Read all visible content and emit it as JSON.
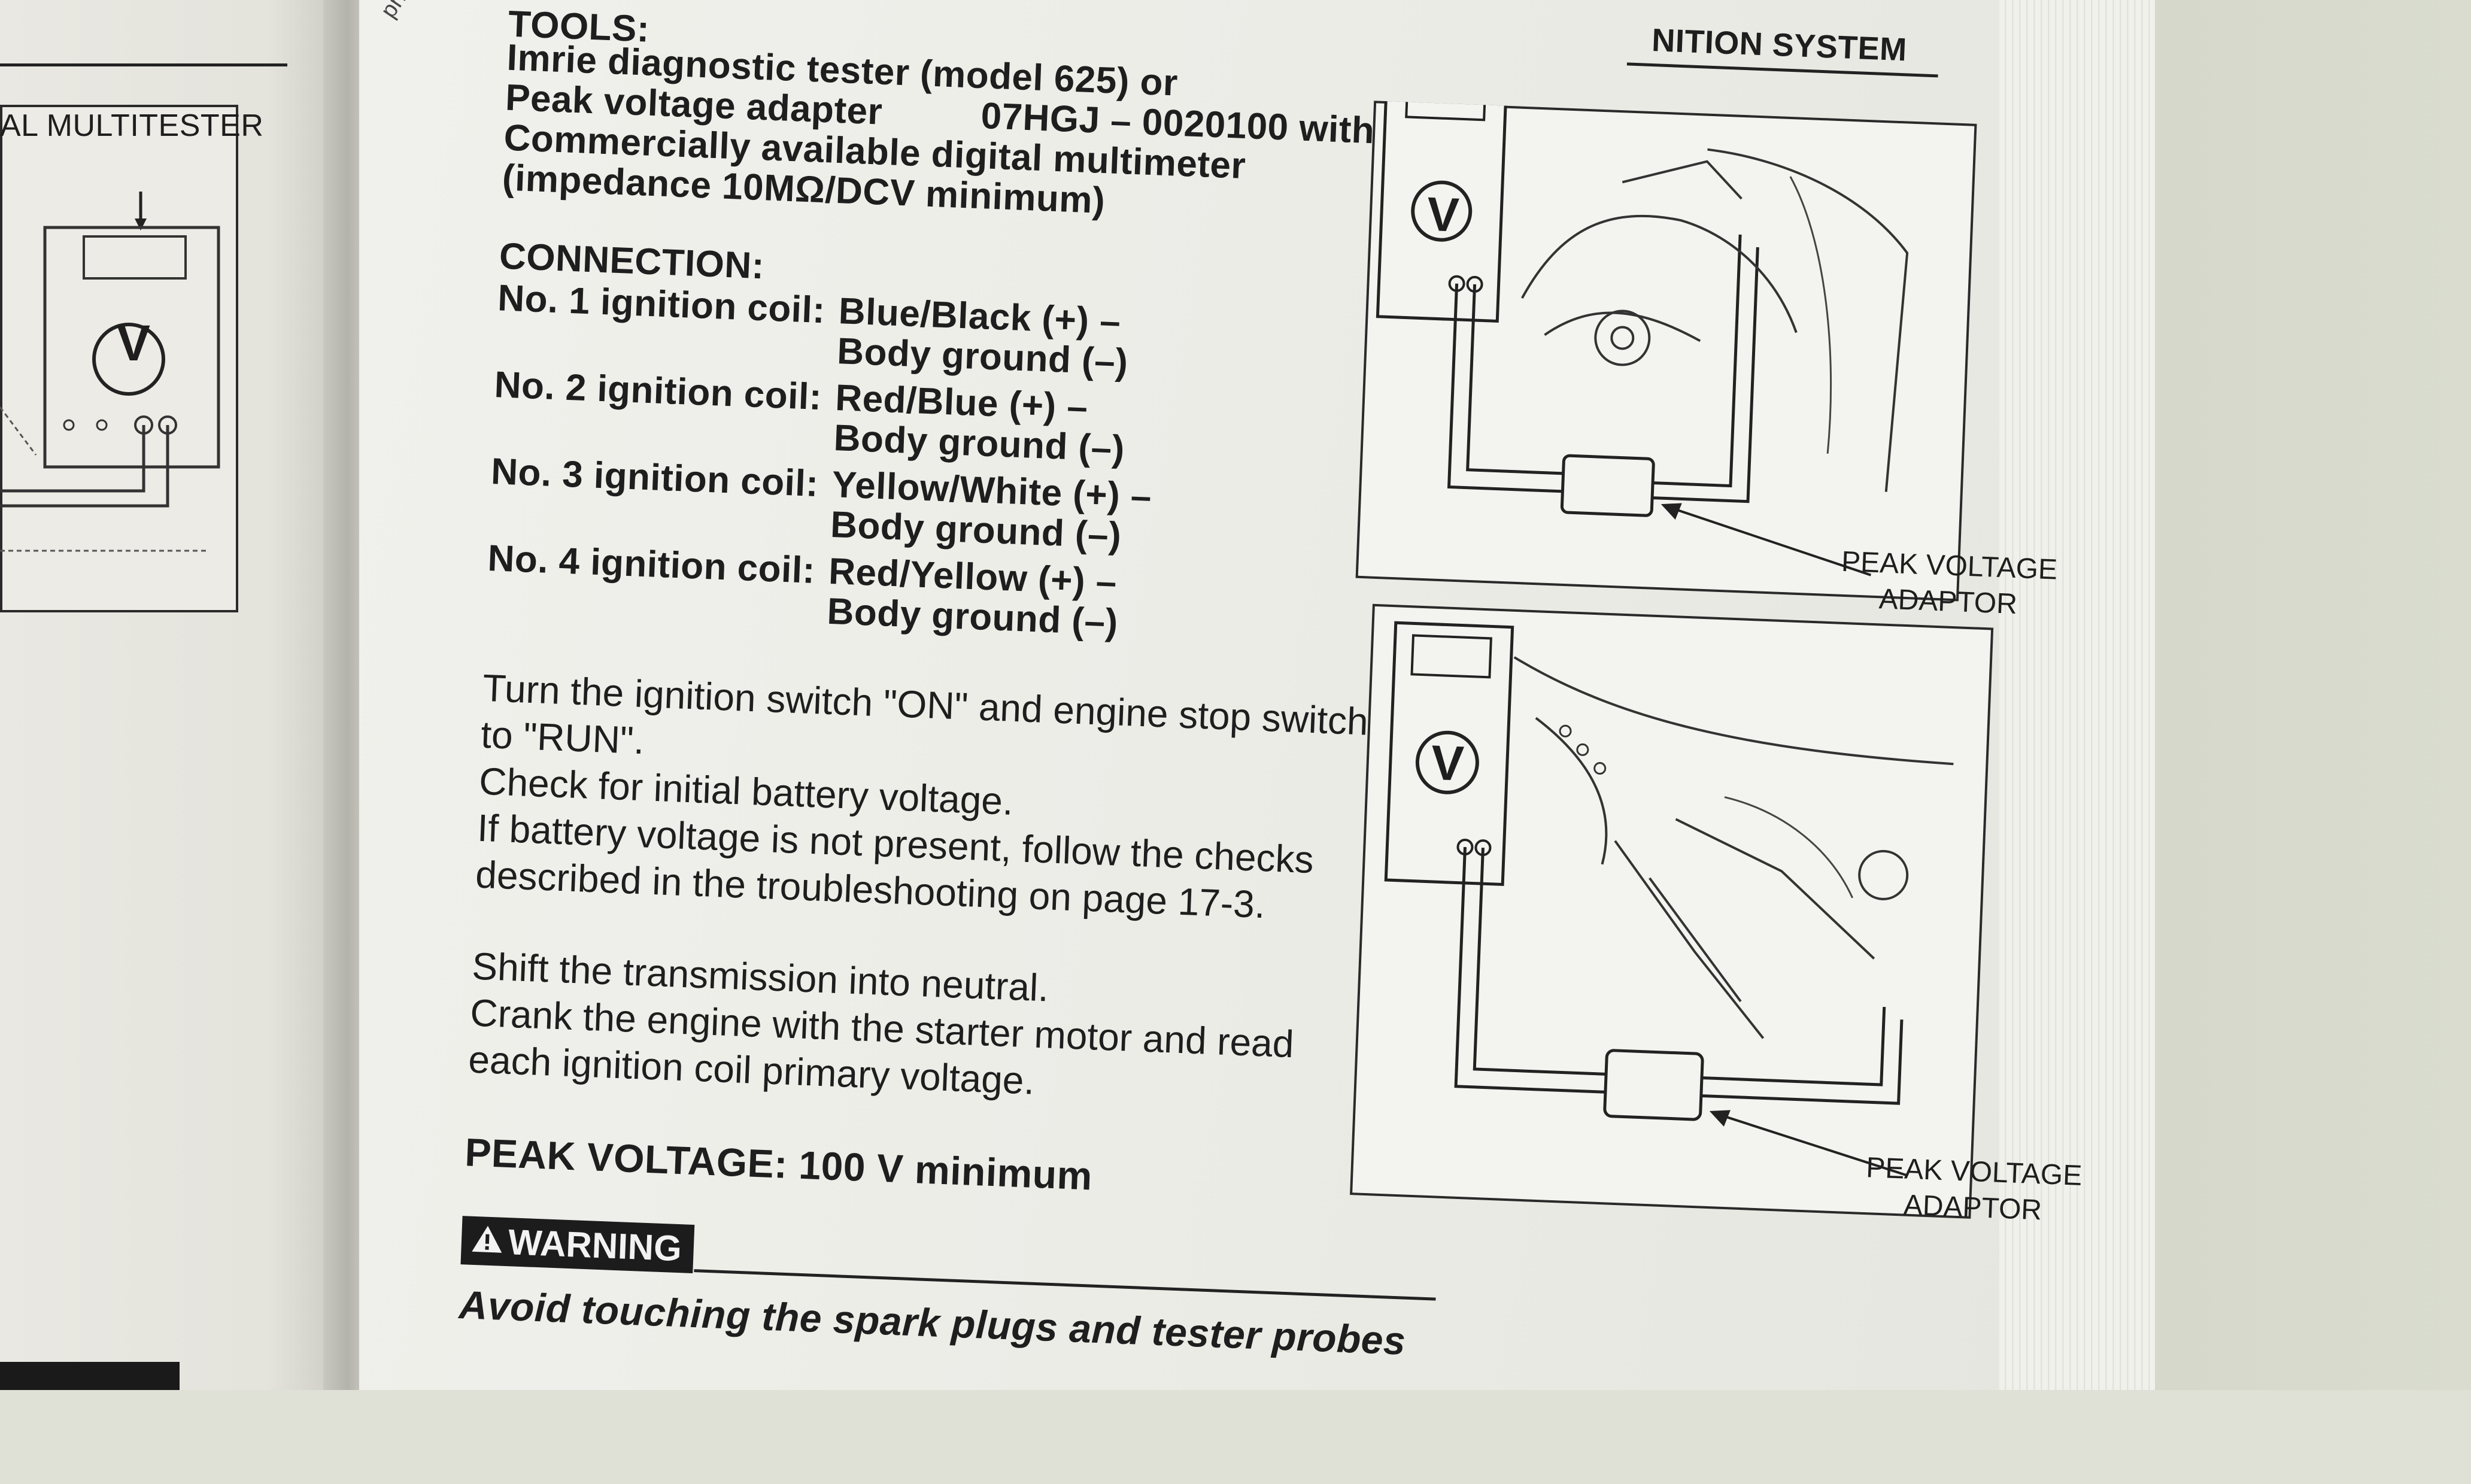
{
  "header": {
    "section_title": "NITION SYSTEM",
    "tools_heading": "TOOLS:",
    "margin_note": "primary wires."
  },
  "tools": [
    {
      "text": "Imrie diagnostic tester (model 625) or"
    },
    {
      "text": "Peak voltage adapter",
      "code": "07HGJ – 0020100 with"
    },
    {
      "text": "Commercially available digital multimeter"
    },
    {
      "text": "(impedance 10MΩ/DCV minimum)"
    }
  ],
  "connection": {
    "heading": "CONNECTION:",
    "coils": [
      {
        "label": "No. 1 ignition coil:",
        "plus": "Blue/Black (+) –",
        "minus": "Body ground (–)"
      },
      {
        "label": "No. 2 ignition coil:",
        "plus": "Red/Blue (+) –",
        "minus": "Body ground (–)"
      },
      {
        "label": "No. 3 ignition coil:",
        "plus": "Yellow/White (+) –",
        "minus": "Body ground (–)"
      },
      {
        "label": "No. 4 ignition coil:",
        "plus": "Red/Yellow (+) –",
        "minus": "Body ground (–)"
      }
    ]
  },
  "instructions": {
    "para1": [
      "Turn the ignition switch \"ON\" and engine stop switch",
      "to \"RUN\".",
      "Check for initial battery voltage.",
      "If battery voltage is not present, follow the checks",
      "described in the troubleshooting on page 17-3."
    ],
    "para2": [
      "Shift the transmission into neutral.",
      "Crank the engine with the starter motor and read",
      "each ignition coil primary voltage."
    ],
    "spec": "PEAK VOLTAGE: 100 V minimum"
  },
  "warning": {
    "label": "WARNING",
    "text": "Avoid touching the spark plugs and tester probes"
  },
  "figures": {
    "top": {
      "meter_symbol": "V",
      "label_line1": "PEAK VOLTAGE",
      "label_line2": "ADAPTOR"
    },
    "bottom": {
      "meter_symbol": "V",
      "label_line1": "PEAK VOLTAGE",
      "label_line2": "ADAPTOR"
    }
  },
  "left_page": {
    "label": "AL MULTITESTER",
    "meter_symbol": "V"
  }
}
